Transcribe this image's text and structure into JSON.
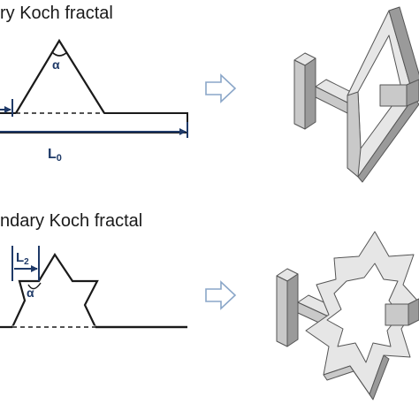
{
  "headings": {
    "top": "ry Koch fractal",
    "bottom": "ndary Koch fractal"
  },
  "labels": {
    "alpha_top": "α",
    "l0_main": "L",
    "l0_sub": "0",
    "l2_main": "L",
    "l2_sub": "2",
    "alpha_bottom": "α"
  },
  "colors": {
    "stroke": "#1a1a1a",
    "dimension": "#1f3a68",
    "arrow_outline": "#8aa6c8",
    "solid_front": "#c9c9c9",
    "solid_top": "#e6e6e6",
    "solid_side": "#9a9a9a",
    "solid_edge": "#555555"
  }
}
